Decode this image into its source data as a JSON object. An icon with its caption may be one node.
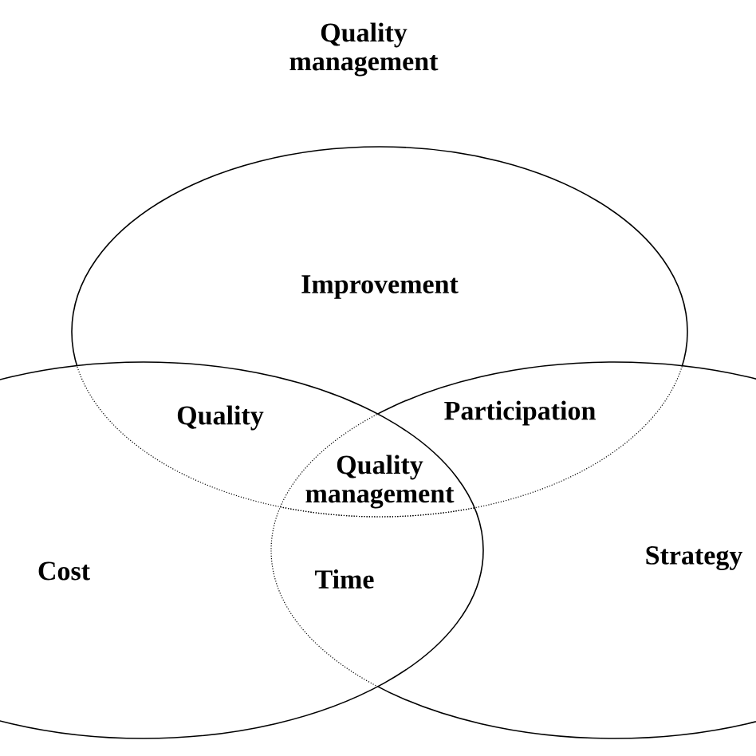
{
  "diagram": {
    "title": "Quality management",
    "nodes": [
      {
        "text": [
          "Improvement"
        ]
      },
      {
        "text": [
          "Cost"
        ]
      },
      {
        "text": [
          "Strategy"
        ]
      }
    ],
    "labels": [
      "Quality",
      "Participation",
      "Quality management",
      "Time"
    ]
  }
}
